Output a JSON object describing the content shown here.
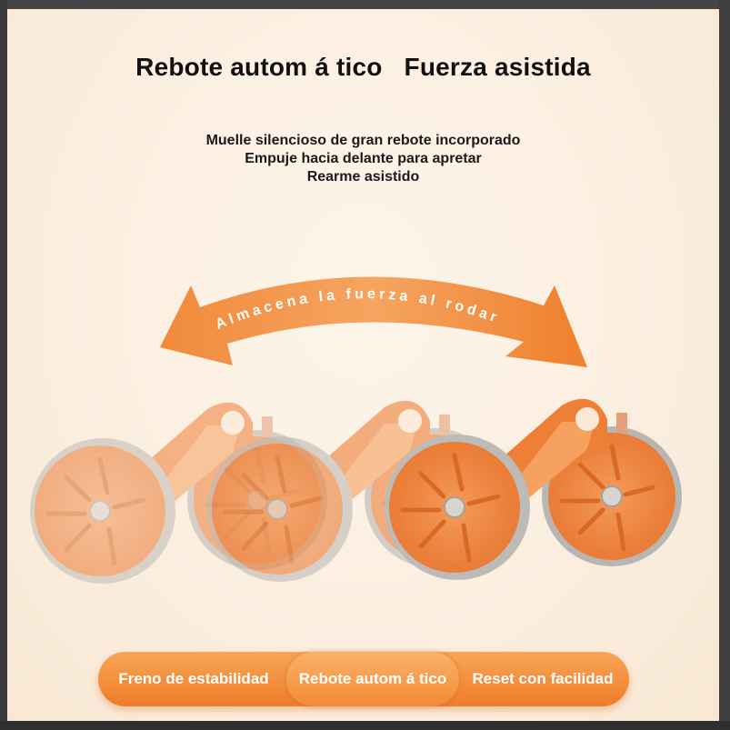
{
  "headline": {
    "left": "Rebote autom á tico",
    "right": "Fuerza asistida"
  },
  "features": [
    "Muelle silencioso de gran rebote incorporado",
    "Empuje hacia delante para apretar",
    "Rearme asistido"
  ],
  "arrow_label": "Almacena la fuerza al rodar",
  "buttons": [
    "Freno de estabilidad",
    "Rebote autom á tico",
    "Reset con facilidad"
  ],
  "colors": {
    "accent": "#ee7c28",
    "background": "#fcf1e4",
    "text": "#111111"
  }
}
